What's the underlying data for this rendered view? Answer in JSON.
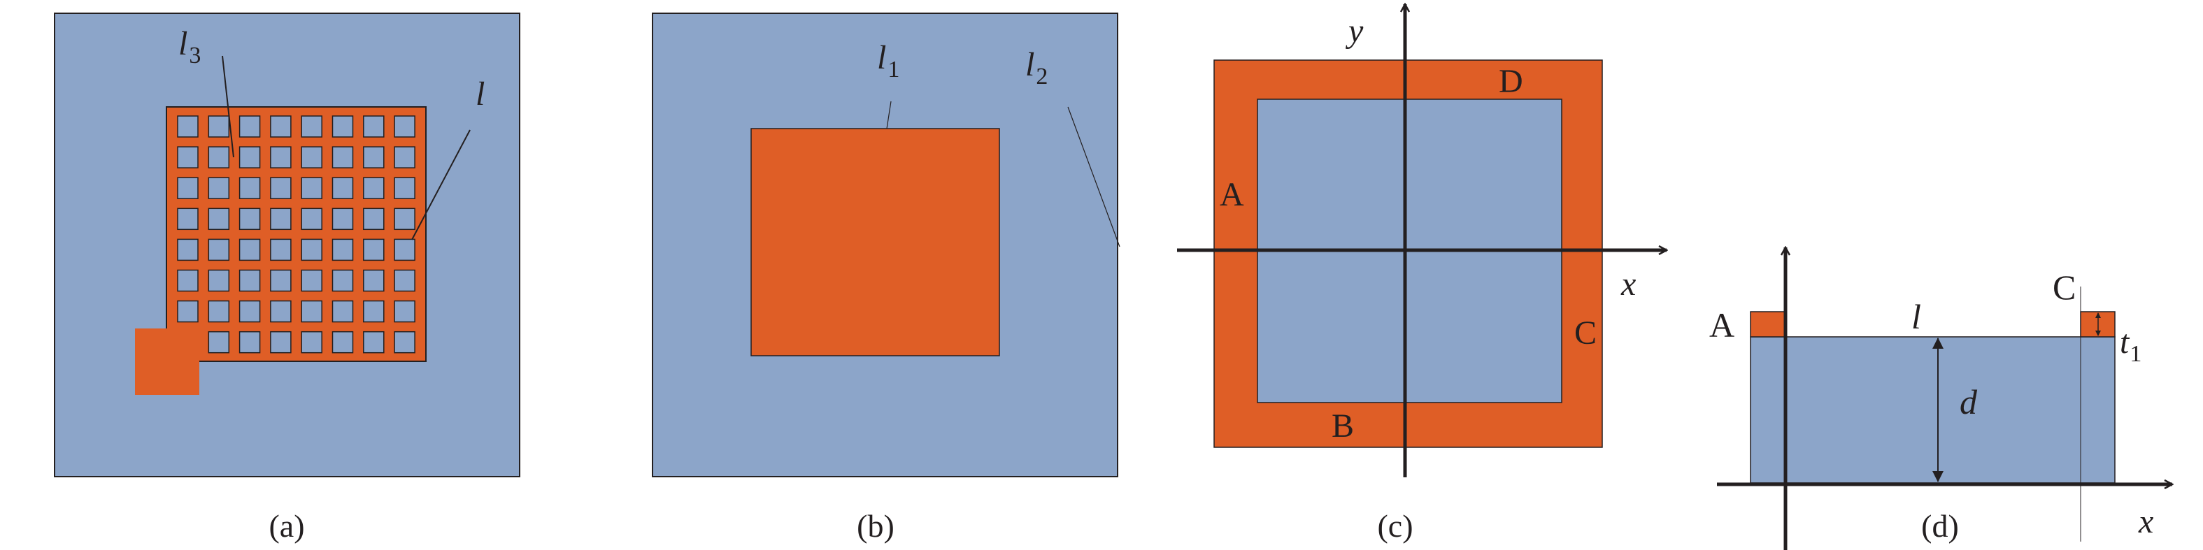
{
  "colors": {
    "substrate": "#8ca5c9",
    "metal": "#df5e26",
    "ink": "#231f20",
    "background": "#ffffff"
  },
  "panels": {
    "a": {
      "caption": "(a)",
      "grid": {
        "rows": 8,
        "cols": 8
      },
      "labels": {
        "l3_main": "l",
        "l3_sub": "3",
        "l": "l"
      }
    },
    "b": {
      "caption": "(b)",
      "labels": {
        "l1_main": "l",
        "l1_sub": "1",
        "l2_main": "l",
        "l2_sub": "2"
      }
    },
    "c": {
      "caption": "(c)",
      "labels": {
        "y_axis": "y",
        "x_axis": "x",
        "A": "A",
        "B": "B",
        "C": "C",
        "D": "D"
      }
    },
    "d": {
      "caption": "(d)",
      "labels": {
        "A": "A",
        "C": "C",
        "l": "l",
        "d": "d",
        "t1_main": "t",
        "t1_sub": "1",
        "x_axis": "x"
      }
    }
  }
}
